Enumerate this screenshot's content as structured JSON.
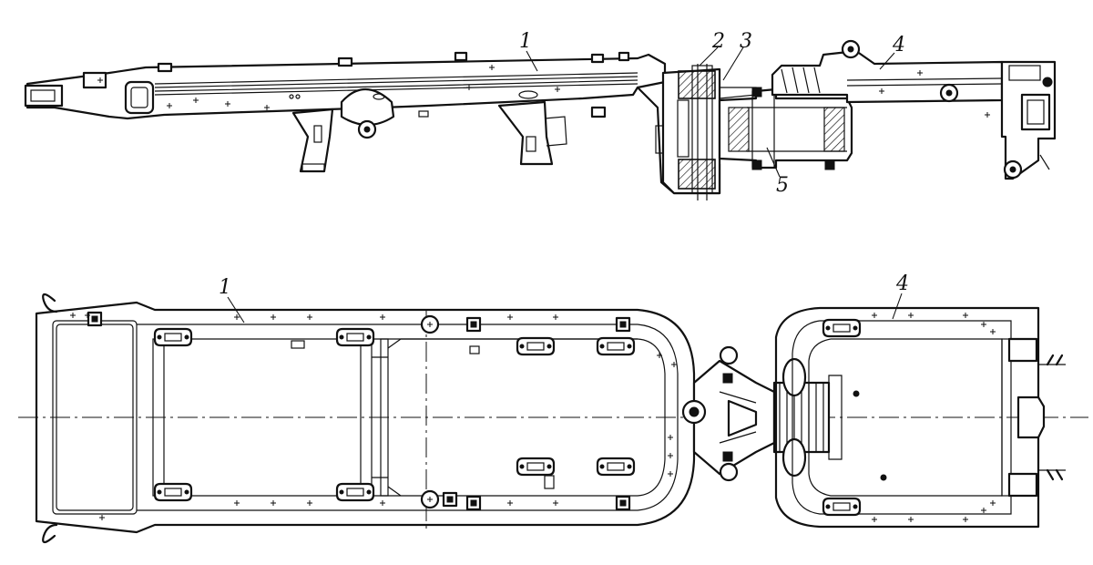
{
  "labels": {
    "side_front_frame": "1",
    "side_part_2": "2",
    "side_part_3": "3",
    "side_rear_frame": "4",
    "side_part_5": "5",
    "top_front_frame": "1",
    "top_rear_frame": "4"
  }
}
